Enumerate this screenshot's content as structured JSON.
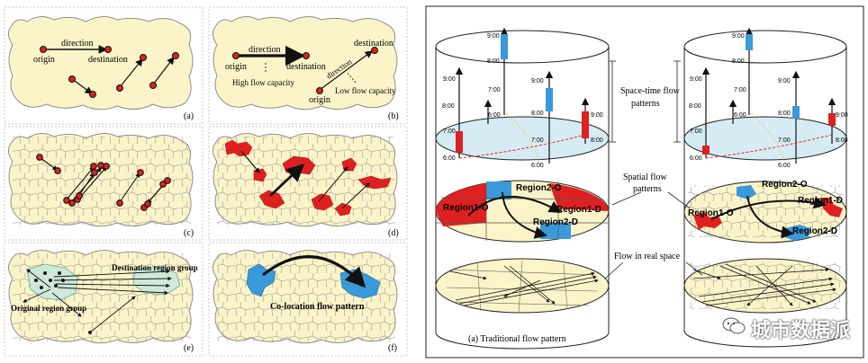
{
  "left_panels": {
    "a": {
      "tag": "(a)",
      "direction": "direction",
      "origin": "origin",
      "destination": "destination"
    },
    "b": {
      "tag": "(b)",
      "direction1": "direction",
      "origin1": "origin",
      "destination1": "destination",
      "high": "High flow capacity",
      "direction2": "direction",
      "destination2": "destination",
      "origin2": "origin",
      "low": "Low flow capacity"
    },
    "c": {
      "tag": "(c)"
    },
    "d": {
      "tag": "(d)"
    },
    "e": {
      "tag": "(e)",
      "dest_group": "Destination region group",
      "orig_group": "Original region group"
    },
    "f": {
      "tag": "(f)",
      "colocation": "Co-location flow pattern"
    }
  },
  "right": {
    "left_cyl": {
      "times_a": [
        "9:00",
        "8:00"
      ],
      "times_b": [
        "9:00",
        "8:00",
        "7:00",
        "6:00"
      ],
      "times_c": [
        "9:00",
        "8:00",
        "7:00",
        "6:00"
      ],
      "times_d": [
        "7:00",
        "6:00"
      ],
      "times_e": [
        "9:00",
        "8:00"
      ],
      "region1o": "Region1-O",
      "region2o": "Region2-O",
      "region1d": "Region1-D",
      "region2d": "Region2-D",
      "caption": "(a) Traditional flow pattern"
    },
    "right_cyl": {
      "times_a": [
        "9:00",
        "8:00"
      ],
      "times_b": [
        "9:00",
        "8:00",
        "7:00",
        "6:00"
      ],
      "times_c": [
        "9:00",
        "8:00",
        "7:00",
        "6:00"
      ],
      "times_d": [
        "7:00",
        "6:00"
      ],
      "times_e": [
        "9:00",
        "8:00"
      ],
      "region1o": "Region1-O",
      "region2o": "Region2-O",
      "region1d": "Region1-D",
      "region2d": "Region2-D"
    },
    "center": {
      "spacetime": "Space-time flow patterns",
      "spatial": "Spatial flow patterns",
      "real": "Flow in real space"
    }
  },
  "watermark": {
    "text": "城市数据派",
    "icon": "wechat-icon"
  },
  "colors": {
    "map_fill": "#fbf4c8",
    "red": "#e02020",
    "blue": "#3a9ad9"
  }
}
